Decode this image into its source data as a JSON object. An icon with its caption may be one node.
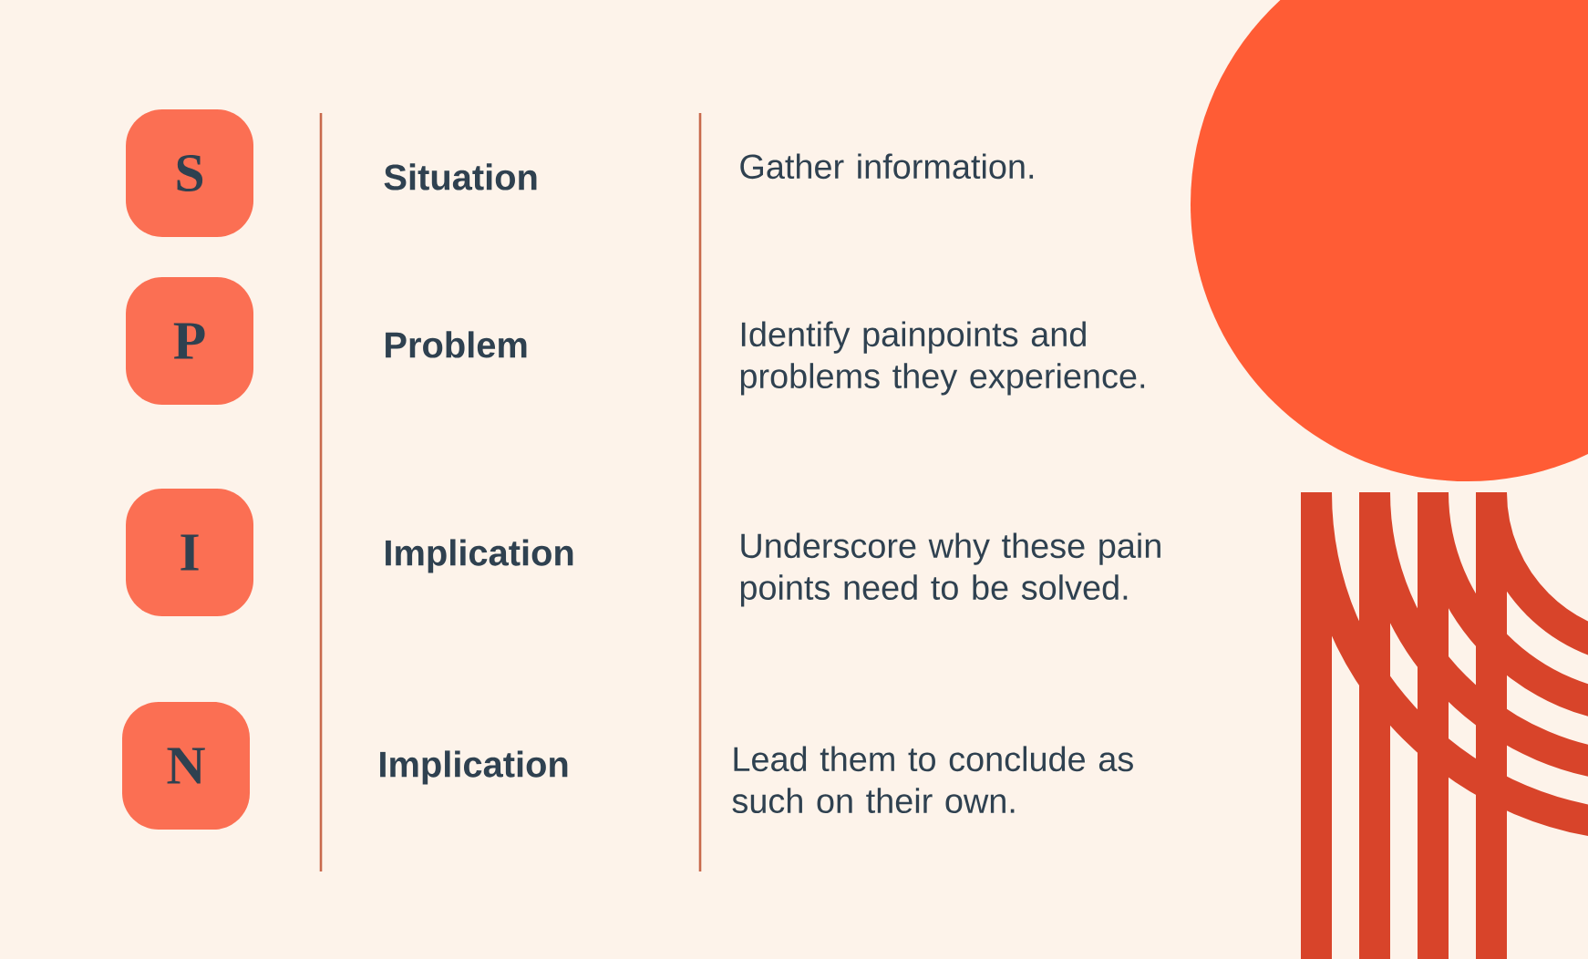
{
  "diagram": {
    "nodes": [
      {
        "text": [
          "S"
        ]
      },
      {
        "text": [
          "P"
        ]
      },
      {
        "text": [
          "I"
        ]
      },
      {
        "text": [
          "N"
        ]
      }
    ],
    "labels": [
      "Situation",
      "Gather information.",
      "Problem",
      "Identify painpoints and problems they experience.",
      "Implication",
      "Underscore why these pain points need to be solved.",
      "Implication",
      "Lead them to conclude as such on their own."
    ]
  }
}
